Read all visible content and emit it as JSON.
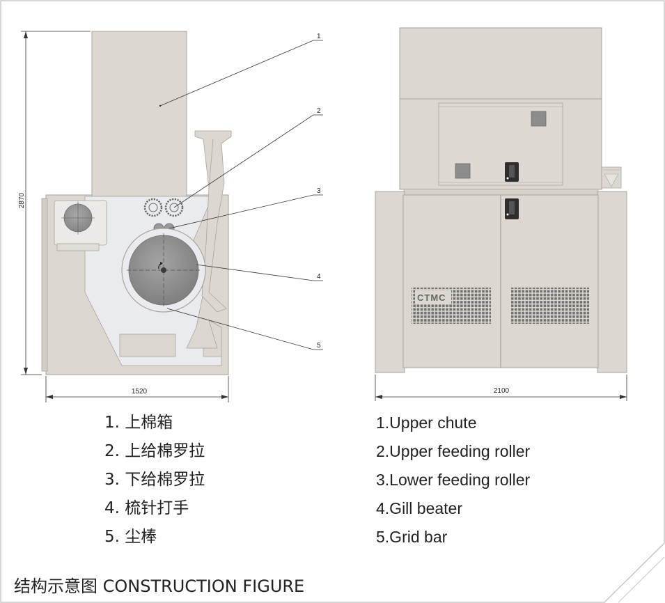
{
  "dimensions": {
    "height": "2870",
    "side_width": "1520",
    "front_width": "2100"
  },
  "callouts": [
    "1",
    "2",
    "3",
    "4",
    "5"
  ],
  "brand_text": "CTMC",
  "legend_cn": [
    "1. 上棉箱",
    "2. 上给棉罗拉",
    "3. 下给棉罗拉",
    "4. 梳针打手",
    "5. 尘棒"
  ],
  "legend_en": [
    "1.Upper chute",
    "2.Upper feeding roller",
    "3.Lower feeding roller",
    "4.Gill beater",
    "5.Grid bar"
  ],
  "footer_caption": "结构示意图 CONSTRUCTION FIGURE",
  "colors": {
    "machine_fill": "#dcd8d1",
    "panel_fill": "#e6e4e0",
    "inner_fill": "#e9ebee",
    "drum_fill": "#8e8e8e",
    "frame_border": "#c8c8c8"
  }
}
